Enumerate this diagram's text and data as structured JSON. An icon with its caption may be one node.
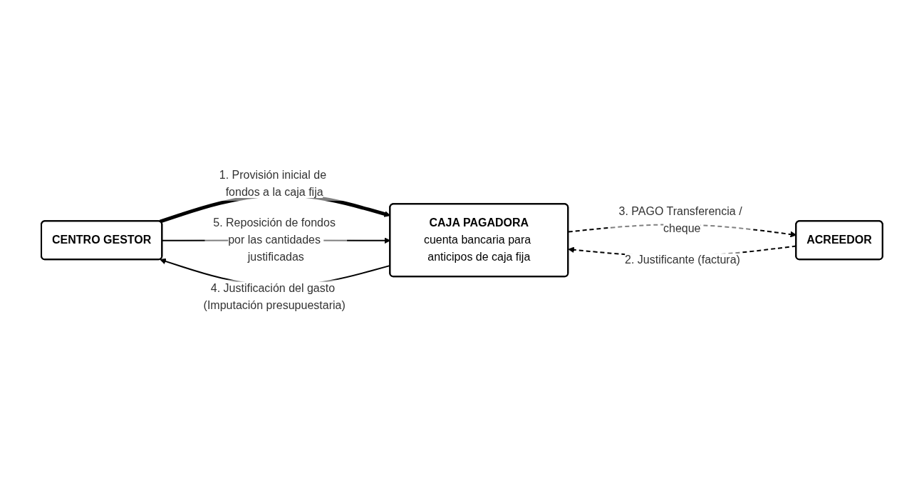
{
  "diagram": {
    "nodes": [
      {
        "text": [
          "CENTRO GESTOR"
        ]
      },
      {
        "text": [
          "CAJA PAGADORA",
          "cuenta bancaria para anticipos de caja fija"
        ]
      },
      {
        "text": [
          "ACREEDOR"
        ]
      }
    ],
    "edges": [
      {
        "from": 0,
        "to": 1,
        "arrow": "to",
        "style": "thick",
        "label": "1. Provisión inicial de fondos a la caja fija"
      },
      {
        "from": 2,
        "to": 1,
        "arrow": "to",
        "style": "dashed",
        "label": "2. Justificante (factura)"
      },
      {
        "from": 1,
        "to": 2,
        "arrow": "to",
        "style": "dashed",
        "label": "3. PAGO Transferencia / cheque"
      },
      {
        "from": 1,
        "to": 0,
        "arrow": "to",
        "label": "4. Justificación del gasto (Imputación presupuestaria)"
      },
      {
        "from": 0,
        "to": 1,
        "arrow": "to",
        "label": "5. Reposición de fondos por las cantidades justificadas"
      }
    ]
  }
}
